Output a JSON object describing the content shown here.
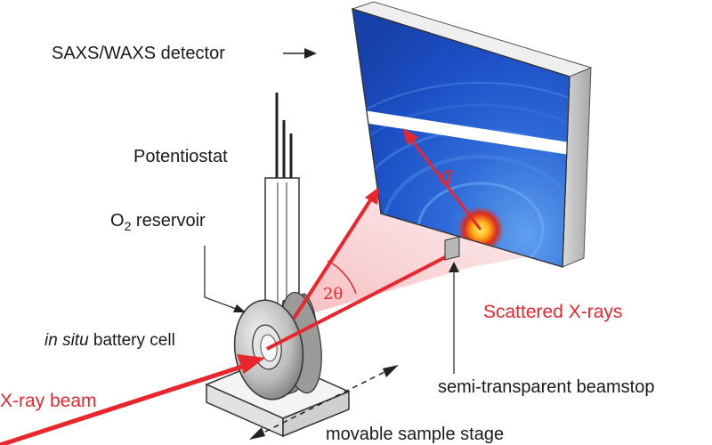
{
  "labels": {
    "detector": "SAXS/WAXS detector",
    "potentiostat": "Potentiostat",
    "o2_prefix": "O",
    "o2_subscript": "2",
    "o2_suffix": " reservoir",
    "cell_italic": "in situ",
    "cell_rest": " battery cell",
    "xray_beam": "X-ray beam",
    "scattered": "Scattered X-rays",
    "beamstop": "semi-transparent beamstop",
    "stage": "movable sample stage",
    "angle": "2θ",
    "q_vector": "q"
  },
  "colors": {
    "beam_red": "#e8262b",
    "detector_blue": "#1c4fc4",
    "scatter_cone": "#f3b8bb",
    "label_dark": "#1a1a1a"
  }
}
